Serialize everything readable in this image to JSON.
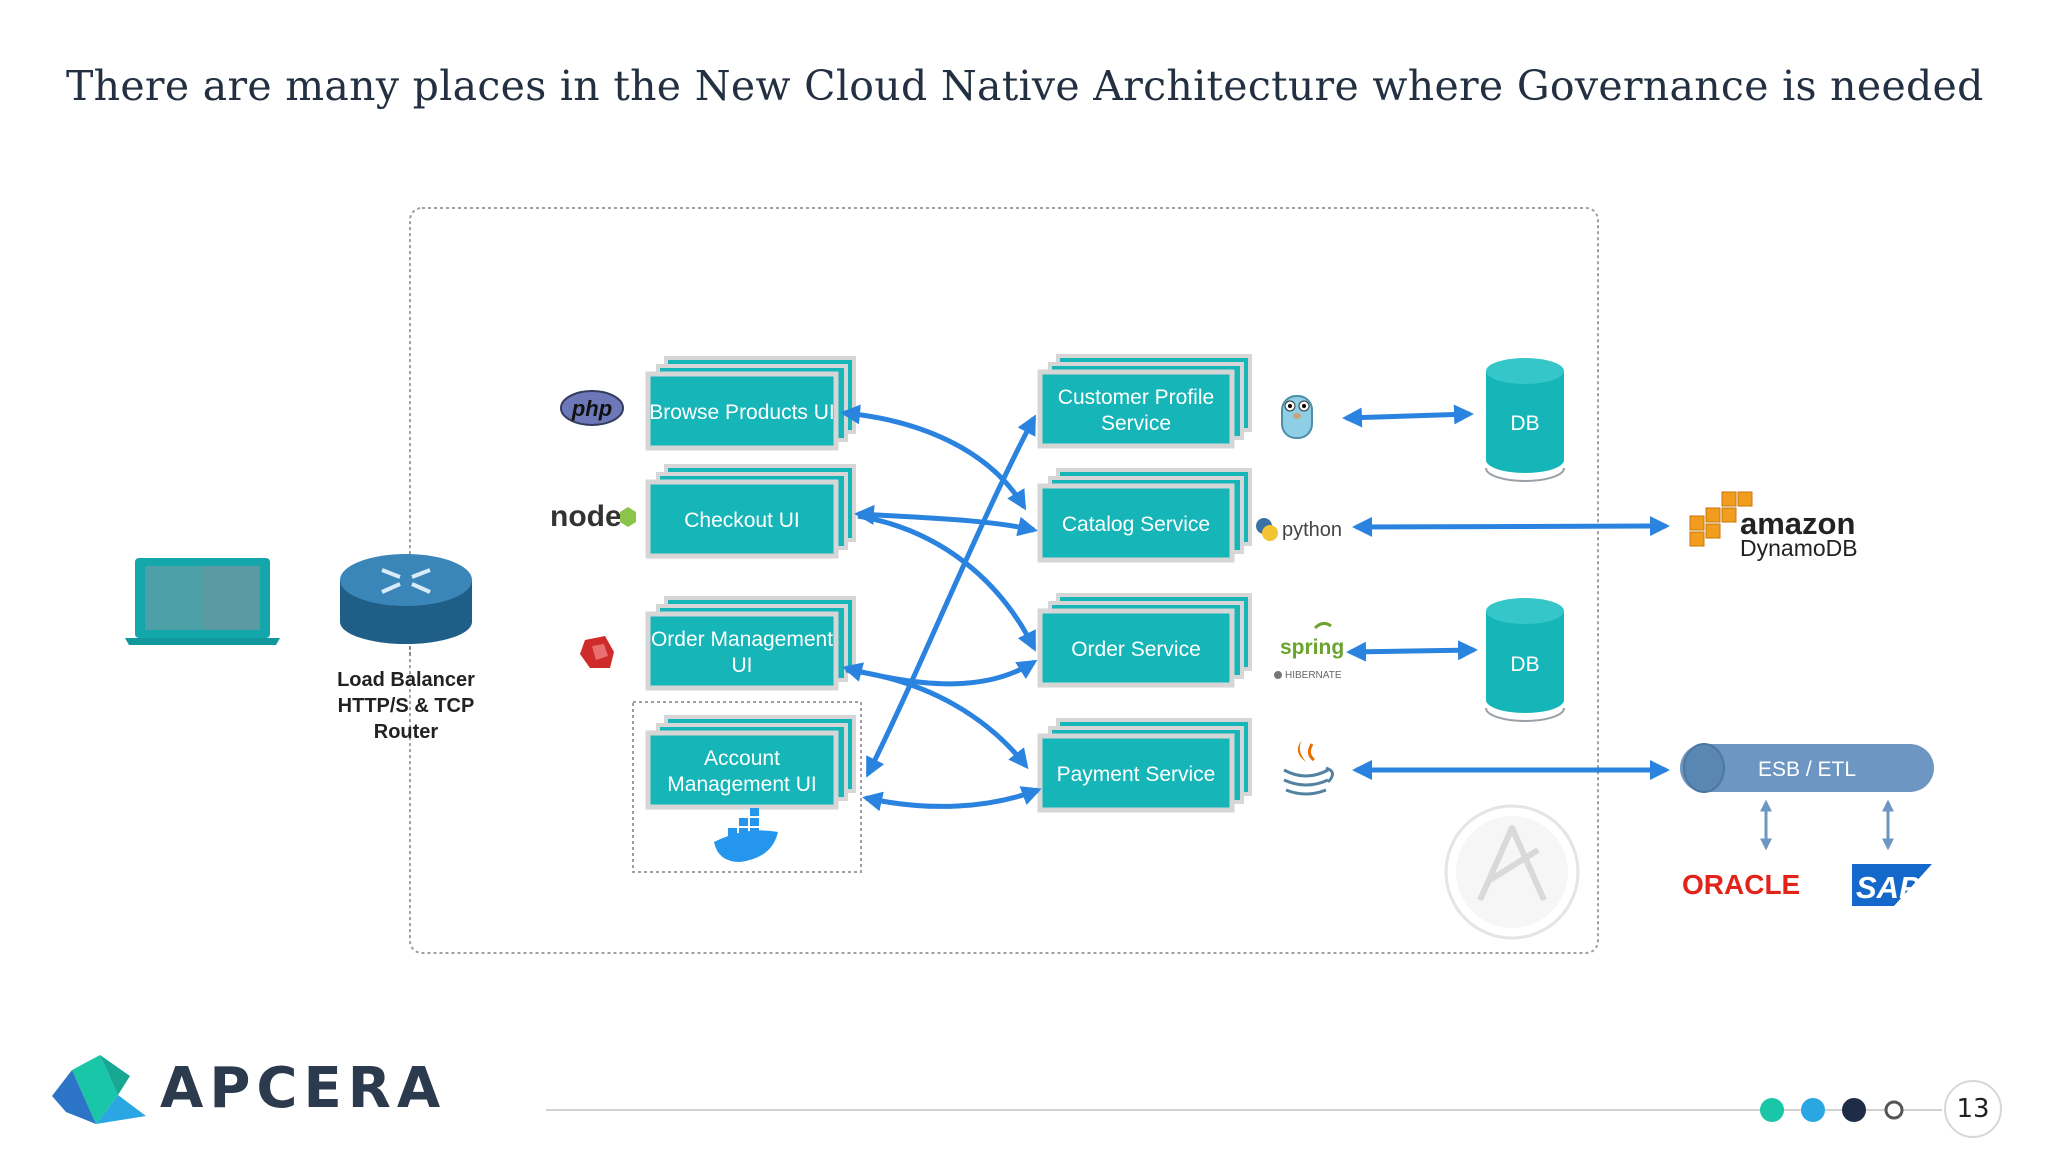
{
  "slide": {
    "title": "There are many places in the New Cloud Native Architecture where Governance is needed",
    "page_number": "13",
    "brand_name": "APCERA"
  },
  "client": {
    "load_balancer_lines": [
      "Load Balancer",
      "HTTP/S & TCP",
      "Router"
    ]
  },
  "ui_services": [
    {
      "lines": [
        "Browse Products UI"
      ],
      "tech": "php"
    },
    {
      "lines": [
        "Checkout UI"
      ],
      "tech": "node"
    },
    {
      "lines": [
        "Order Management",
        "UI"
      ],
      "tech": "ruby"
    },
    {
      "lines": [
        "Account",
        "Management UI"
      ],
      "tech": "docker"
    }
  ],
  "backend_services": [
    {
      "lines": [
        "Customer Profile",
        "Service"
      ],
      "tech": "go-gopher"
    },
    {
      "lines": [
        "Catalog Service"
      ],
      "tech": "python"
    },
    {
      "lines": [
        "Order Service"
      ],
      "tech": "spring-hibernate"
    },
    {
      "lines": [
        "Payment Service"
      ],
      "tech": "java"
    }
  ],
  "tech_labels": {
    "php": "php",
    "node": "node",
    "python": "python",
    "spring": "spring",
    "hibernate": "HIBERNATE"
  },
  "stores": {
    "db1": "DB",
    "db2": "DB",
    "amazon": "amazon",
    "dynamodb": "DynamoDB",
    "esb": "ESB / ETL",
    "oracle": "ORACLE",
    "sap": "SAP"
  },
  "colors": {
    "teal": "#15b5b8",
    "teal_dark": "#0f9ea1",
    "arrow_blue": "#2a83de",
    "title": "#223041",
    "esb": "#6d97c2",
    "oracle": "#e2231a",
    "sap": "#1468c9",
    "progress_dots": [
      "#1ac6a8",
      "#2aa7e3",
      "#1e2d45",
      "#ffffff"
    ]
  }
}
